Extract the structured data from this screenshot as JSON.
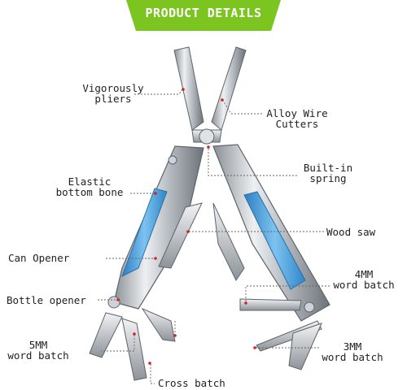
{
  "header": {
    "title": "PRODUCT DETAILS",
    "banner_color": "#7cc41f"
  },
  "colors": {
    "handle_accent": "#4fa4df",
    "steel": "#c9ced3",
    "leader_dot": "#d62020"
  },
  "labels": {
    "vigorously_line1": "Vigorously",
    "vigorously_line2": "pliers",
    "alloy_line1": "Alloy Wire",
    "alloy_line2": "Cutters",
    "builtin_line1": "Built-in",
    "builtin_line2": "spring",
    "elastic_line1": "Elastic",
    "elastic_line2": "bottom bone",
    "wood_saw": "Wood saw",
    "can_opener": "Can Opener",
    "fourmm_line1": "4MM",
    "fourmm_line2": "word batch",
    "bottle_opener": "Bottle opener",
    "fivemm_line1": "5MM",
    "fivemm_line2": "word batch",
    "threemm_line1": "3MM",
    "threemm_line2": "word batch",
    "cross_batch": "Cross batch"
  }
}
